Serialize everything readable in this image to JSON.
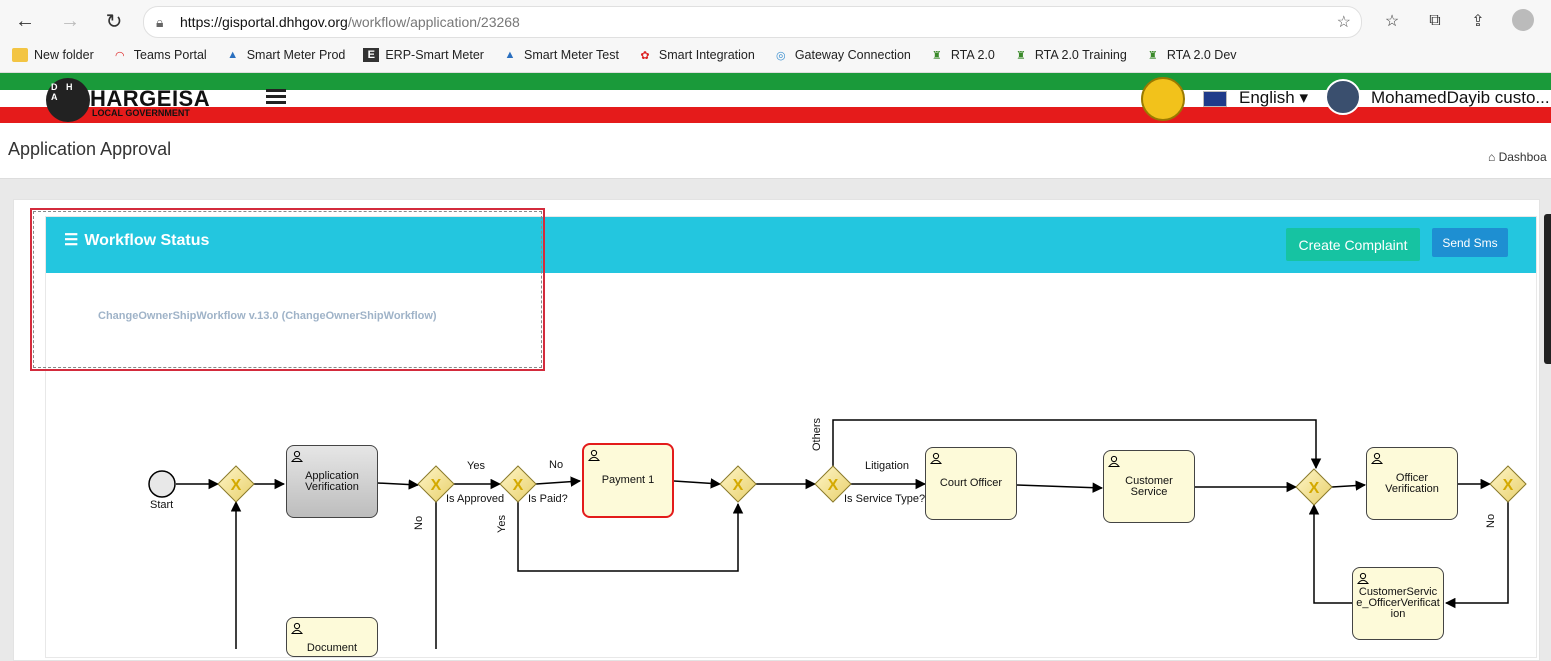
{
  "browser": {
    "url_host": "https://gisportal.dhhgov.org",
    "url_path": "/workflow/application/23268",
    "bookmarks": [
      {
        "label": "New folder",
        "icon": "folder-icon"
      },
      {
        "label": "Teams Portal",
        "icon": "gauge-icon"
      },
      {
        "label": "Smart Meter Prod",
        "icon": "drop-icon"
      },
      {
        "label": "ERP-Smart Meter",
        "icon": "e-icon"
      },
      {
        "label": "Smart Meter Test",
        "icon": "drop-icon"
      },
      {
        "label": "Smart Integration",
        "icon": "huawei-icon"
      },
      {
        "label": "Gateway Connection",
        "icon": "globe-icon"
      },
      {
        "label": "RTA 2.0",
        "icon": "emblem-icon"
      },
      {
        "label": "RTA 2.0 Training",
        "icon": "emblem-icon"
      },
      {
        "label": "RTA 2.0 Dev",
        "icon": "emblem-icon"
      }
    ]
  },
  "header": {
    "logo_title": "HARGEISA",
    "logo_subtitle": "LOCAL GOVERNMENT",
    "logo_mark": "D H A",
    "language": "English ▾",
    "username": "MohamedDayib custo..."
  },
  "page": {
    "title": "Application Approval",
    "breadcrumb": "Dashboa"
  },
  "card": {
    "title": "Workflow Status",
    "create_complaint": "Create Complaint",
    "send_sms": "Send Sms",
    "workflow_name": "ChangeOwnerShipWorkflow v.13.0 (ChangeOwnerShipWorkflow)"
  },
  "diagram": {
    "start": "Start",
    "tasks": {
      "application_verification": "Application Verification",
      "payment_1": "Payment 1",
      "court_officer": "Court Officer",
      "customer_service": "Customer Service",
      "officer_verification": "Officer Verification",
      "cs_officer_verification": "CustomerService_OfficerVerification",
      "document": "Document"
    },
    "labels": {
      "is_approved": "Is Approved",
      "is_paid": "Is Paid?",
      "is_service_type": "Is Service Type?",
      "yes1": "Yes",
      "no1": "No",
      "no2": "No",
      "yes2": "Yes",
      "others": "Others",
      "litigation": "Litigation",
      "no3": "No"
    }
  }
}
